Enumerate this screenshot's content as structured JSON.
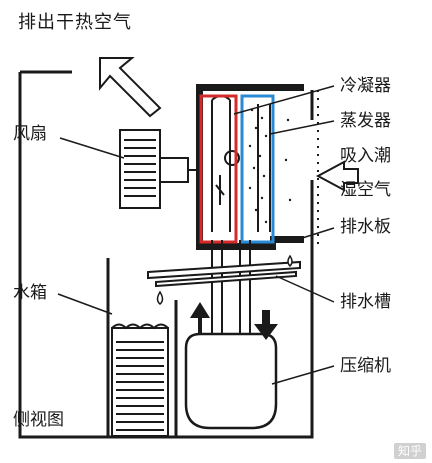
{
  "title": "排出干热空气",
  "labels": {
    "fan": "风扇",
    "condenser": "冷凝器",
    "evaporator": "蒸发器",
    "intake_1": "吸入潮",
    "intake_2": "湿空气",
    "drain_plate": "排水板",
    "water_tank": "水箱",
    "drain_trough": "排水槽",
    "compressor": "压缩机",
    "side_view": "侧视图"
  },
  "watermark": "知乎",
  "colors": {
    "line": "#1a1a1a",
    "condenser_box": "#d42a2a",
    "evaporator_box": "#2a8ad4"
  }
}
